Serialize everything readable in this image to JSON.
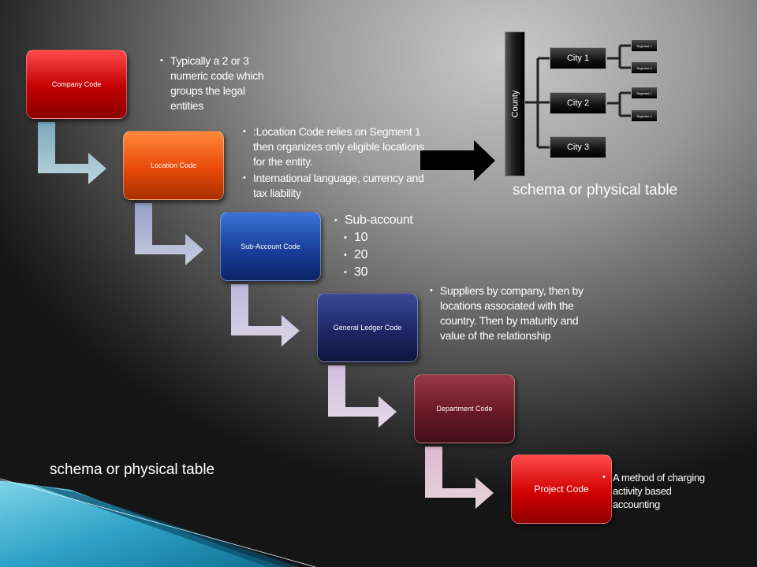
{
  "boxes": [
    {
      "label": "Company Code"
    },
    {
      "label": "Location Code"
    },
    {
      "label": "Sub-Account Code"
    },
    {
      "label": "General Ledger Code"
    },
    {
      "label": "Department Code"
    },
    {
      "label": "Project Code"
    }
  ],
  "notes": {
    "company": [
      "Typically a 2 or 3 numeric code which groups the legal entities"
    ],
    "location": [
      ":Location Code relies on Segment 1 then organizes only eligible locations for the entity.",
      "International language, currency and tax liability"
    ],
    "subaccount": {
      "title": "Sub-account",
      "items": [
        "10",
        "20",
        "30"
      ]
    },
    "ledger": [
      "Suppliers by company, then by locations associated with the country.  Then by maturity and value of the relationship"
    ],
    "project": [
      "A method of charging activity based accounting"
    ]
  },
  "captions": {
    "top": "schema or physical table",
    "bottom": "schema or physical table"
  },
  "hierarchy": {
    "root": "County",
    "cities": [
      "City 1",
      "City 2",
      "City 3"
    ],
    "segments": [
      "Segment 1",
      "Segment 2",
      "Segment 1",
      "Segment 2"
    ]
  },
  "colors": {
    "arrow": "#000000"
  }
}
